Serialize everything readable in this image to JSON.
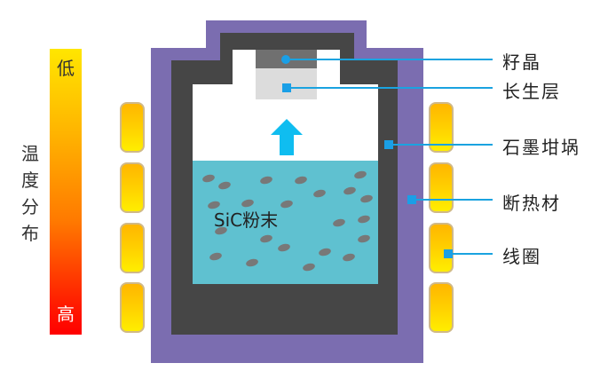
{
  "temperature_scale": {
    "title": "温度分布",
    "low_label": "低",
    "high_label": "高",
    "gradient_colors": [
      "#ffe600",
      "#ff0000"
    ]
  },
  "crucible": {
    "powder_label": "SiC粉末",
    "colors": {
      "insulation": "#7b6db0",
      "graphite_crucible": "#464646",
      "seed_crystal": "#707070",
      "growth_layer": "#dcdcdc",
      "sic_powder": "#5fc1d0",
      "arrow": "#0fbdf0",
      "coil": "#ffd000",
      "callout": "#1aa3e0"
    }
  },
  "callouts": [
    {
      "label": "籽晶"
    },
    {
      "label": "长生层"
    },
    {
      "label": "石墨坩埚"
    },
    {
      "label": "断热材"
    },
    {
      "label": "线圈"
    }
  ]
}
